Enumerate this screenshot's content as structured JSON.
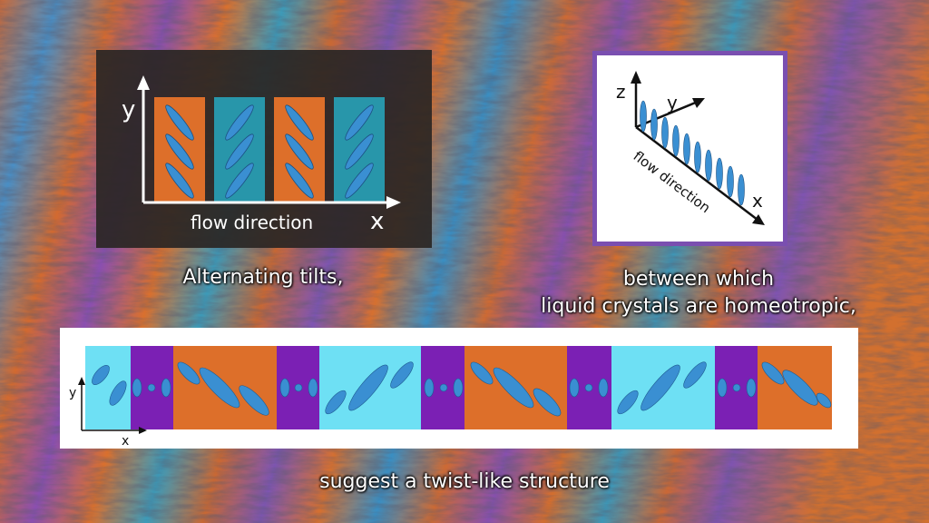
{
  "left_panel": {
    "y_label": "y",
    "x_label": "x",
    "axis_caption": "flow direction"
  },
  "right_panel": {
    "z_label": "z",
    "y_label": "y",
    "x_label": "x",
    "axis_caption": "flow direction"
  },
  "bottom_panel": {
    "y_label": "y",
    "x_label": "x"
  },
  "captions": {
    "left": "Alternating tilts,",
    "right_line1": "between which",
    "right_line2": "liquid crystals are homeotropic,",
    "bottom": "suggest a twist-like structure"
  },
  "colors": {
    "orange": "#dd6f2a",
    "teal": "#2896aa",
    "cyan": "#6ee0f4",
    "purple": "#7b20b4",
    "molecule": "#3a8fd2",
    "panel_dark": "#2a2624",
    "frame_purple": "#7a4fb0"
  }
}
